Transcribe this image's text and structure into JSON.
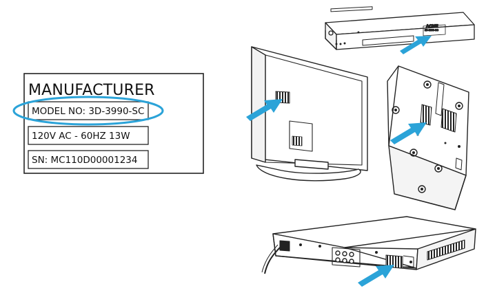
{
  "label": {
    "title": "MANUFACTURER",
    "model": "MODEL NO: 3D-3990-SC",
    "power": "120V AC - 60HZ 13W",
    "serial": "SN: MC110D00001234"
  },
  "devices": {
    "dvd_brand": "ACME",
    "dvd_model": "3D-3990-SC"
  },
  "colors": {
    "accent": "#2ba3d8",
    "line": "#222222"
  },
  "icons": [
    "arrow-icon",
    "highlight-ellipse"
  ]
}
